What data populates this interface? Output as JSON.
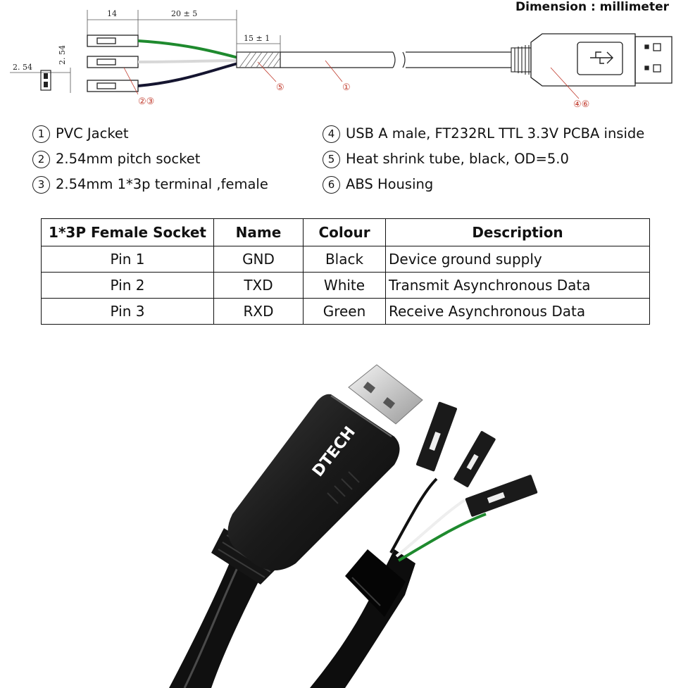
{
  "header": {
    "units_title": "Dimension : millimeter"
  },
  "drawing": {
    "dim_socket_length": "14",
    "dim_wire_length": "20 ± 5",
    "dim_heatshrink": "15 ± 1",
    "dim_pitch_h": "2. 54",
    "dim_pitch_v": "2. 54",
    "callout_sockets": "②③",
    "callout_heatshrink": "⑤",
    "callout_jacket": "①",
    "callout_usb": "④⑥",
    "wire_colors": {
      "green": "#1e8a2e",
      "white": "#d8d8d8",
      "black": "#151530"
    }
  },
  "legend": {
    "left": [
      {
        "num": "1",
        "text": "PVC Jacket"
      },
      {
        "num": "2",
        "text": "2.54mm pitch socket"
      },
      {
        "num": "3",
        "text": "2.54mm 1*3p terminal ,female"
      }
    ],
    "right": [
      {
        "num": "4",
        "text": "USB A male, FT232RL TTL 3.3V PCBA inside"
      },
      {
        "num": "5",
        "text": "Heat shrink tube, black, OD=5.0"
      },
      {
        "num": "6",
        "text": "ABS Housing"
      }
    ]
  },
  "pin_table": {
    "headers": [
      "1*3P Female Socket",
      "Name",
      "Colour",
      "Description"
    ],
    "rows": [
      [
        "Pin 1",
        "GND",
        "Black",
        "Device ground supply"
      ],
      [
        "Pin 2",
        "TXD",
        "White",
        "Transmit Asynchronous Data"
      ],
      [
        "Pin 3",
        "RXD",
        "Green",
        "Receive Asynchronous Data"
      ]
    ]
  },
  "product_photo": {
    "logo": "DTECH"
  }
}
